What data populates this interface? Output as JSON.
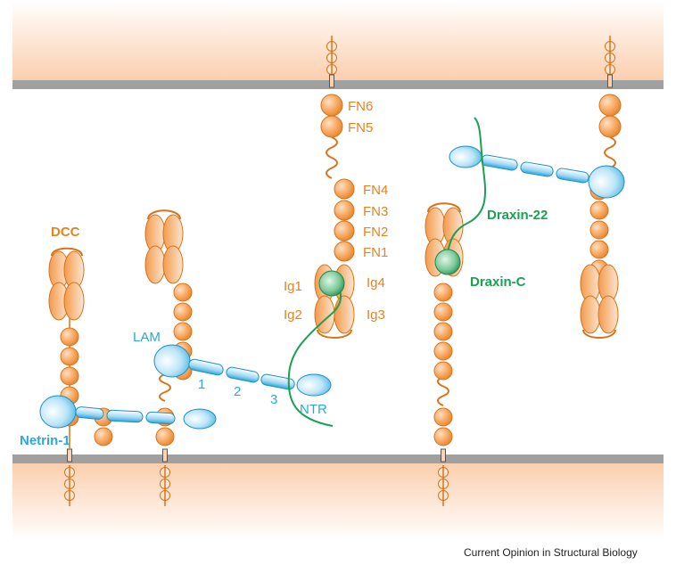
{
  "labels": {
    "fn6": "FN6",
    "fn5": "FN5",
    "fn4": "FN4",
    "fn3": "FN3",
    "fn2": "FN2",
    "fn1": "FN1",
    "ig1": "Ig1",
    "ig2": "Ig2",
    "ig3": "Ig3",
    "ig4": "Ig4",
    "dcc": "DCC",
    "lam": "LAM",
    "ntr": "NTR",
    "egf1": "1",
    "egf2": "2",
    "egf3": "3",
    "netrin1": "Netrin-1",
    "draxin22": "Draxin-22",
    "draxinC": "Draxin-C"
  },
  "credit": "Current Opinion in Structural Biology",
  "colors": {
    "orange": "#E8821E",
    "domain_fill": "#F8A861",
    "blue": "#29A9DE",
    "green": "#1AA152",
    "membrane": "#A0A0A0",
    "membrane_bg": "#FCD9BD"
  }
}
